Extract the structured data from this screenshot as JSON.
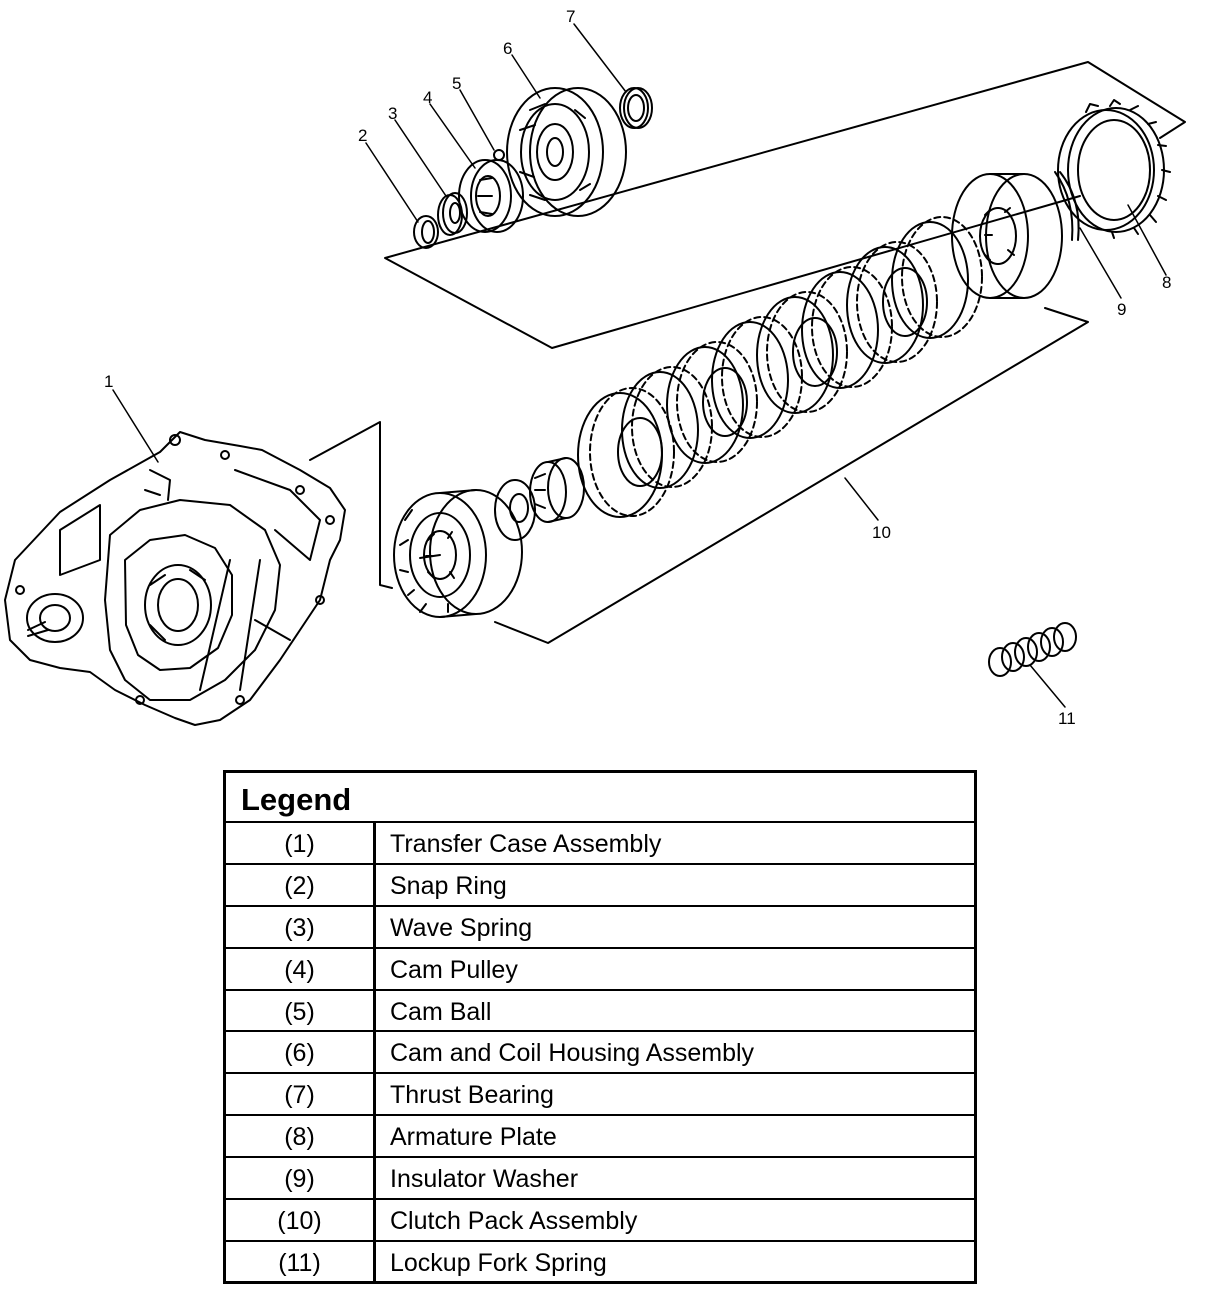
{
  "diagram": {
    "callouts": [
      "1",
      "2",
      "3",
      "4",
      "5",
      "6",
      "7",
      "8",
      "9",
      "10",
      "11"
    ]
  },
  "legend": {
    "title": "Legend",
    "items": [
      {
        "number": "(1)",
        "description": "Transfer Case Assembly"
      },
      {
        "number": "(2)",
        "description": "Snap Ring"
      },
      {
        "number": "(3)",
        "description": "Wave Spring"
      },
      {
        "number": "(4)",
        "description": "Cam Pulley"
      },
      {
        "number": "(5)",
        "description": "Cam Ball"
      },
      {
        "number": "(6)",
        "description": "Cam and Coil Housing Assembly"
      },
      {
        "number": "(7)",
        "description": "Thrust Bearing"
      },
      {
        "number": "(8)",
        "description": "Armature Plate"
      },
      {
        "number": "(9)",
        "description": "Insulator Washer"
      },
      {
        "number": "(10)",
        "description": "Clutch Pack Assembly"
      },
      {
        "number": "(11)",
        "description": "Lockup Fork Spring"
      }
    ]
  }
}
